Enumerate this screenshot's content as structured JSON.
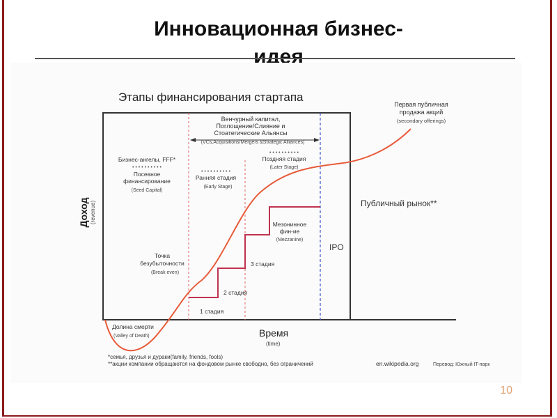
{
  "slide": {
    "title_line1": "Инновационная бизнес-",
    "title_line2": "идея",
    "number": "10"
  },
  "diagram": {
    "title": "Этапы финансирования стартапа",
    "y_axis": {
      "label": "Доход",
      "sublabel": "(revenue)"
    },
    "x_axis": {
      "label": "Время",
      "sublabel": "(time)"
    },
    "vc_block": {
      "line1": "Венчурный капитал,",
      "line2": "Поглощение/Слияние и",
      "line3": "Стоатегические Альянсы",
      "line4": "(VCs,Acquisitions/Mergers &Strategic Alliances)"
    },
    "angels": {
      "line1": "Бизнес-ангелы, FFF*",
      "line2": "Посевное",
      "line3": "финансирование",
      "line4": "(Seed Capital)"
    },
    "early": {
      "line1": "Ранняя стадия",
      "line2": "(Early Stage)"
    },
    "late": {
      "line1": "Поздняя стадия",
      "line2": "(Later Stage)"
    },
    "secondary": {
      "line1": "Первая публичная",
      "line2": "продажа акций",
      "line3": "(secondary offerings)"
    },
    "public_market": "Публичный рынок**",
    "mezzanine": {
      "line1": "Мезонинное",
      "line2": "фин-ие",
      "line3": "(Mezzanine)"
    },
    "ipo": "IPO",
    "break_even": {
      "line1": "Точка",
      "line2": "безубыточности",
      "line3": "(Break even)"
    },
    "stages": {
      "stage1": "1 стадия",
      "stage2": "2 стадия",
      "stage3": "3 стадия"
    },
    "valley": {
      "line1": "Долина смерти",
      "line2": "(Valley of Death)"
    },
    "footnotes": {
      "line1": "*семья, друзья и дураки(family, friends, fools)",
      "line2": "**акции компании обращаются на фондовом рынке свободно, без ограничений"
    },
    "source": "en.wikipedia.org",
    "translation": "Перевод: Южный IT-парк",
    "dots": "• • • • • • • • • •",
    "colors": {
      "curve": "#e85b3a",
      "stairs": "#c0334f",
      "dashed_red": "#e06060",
      "dashed_blue": "#4a5fd0"
    }
  }
}
